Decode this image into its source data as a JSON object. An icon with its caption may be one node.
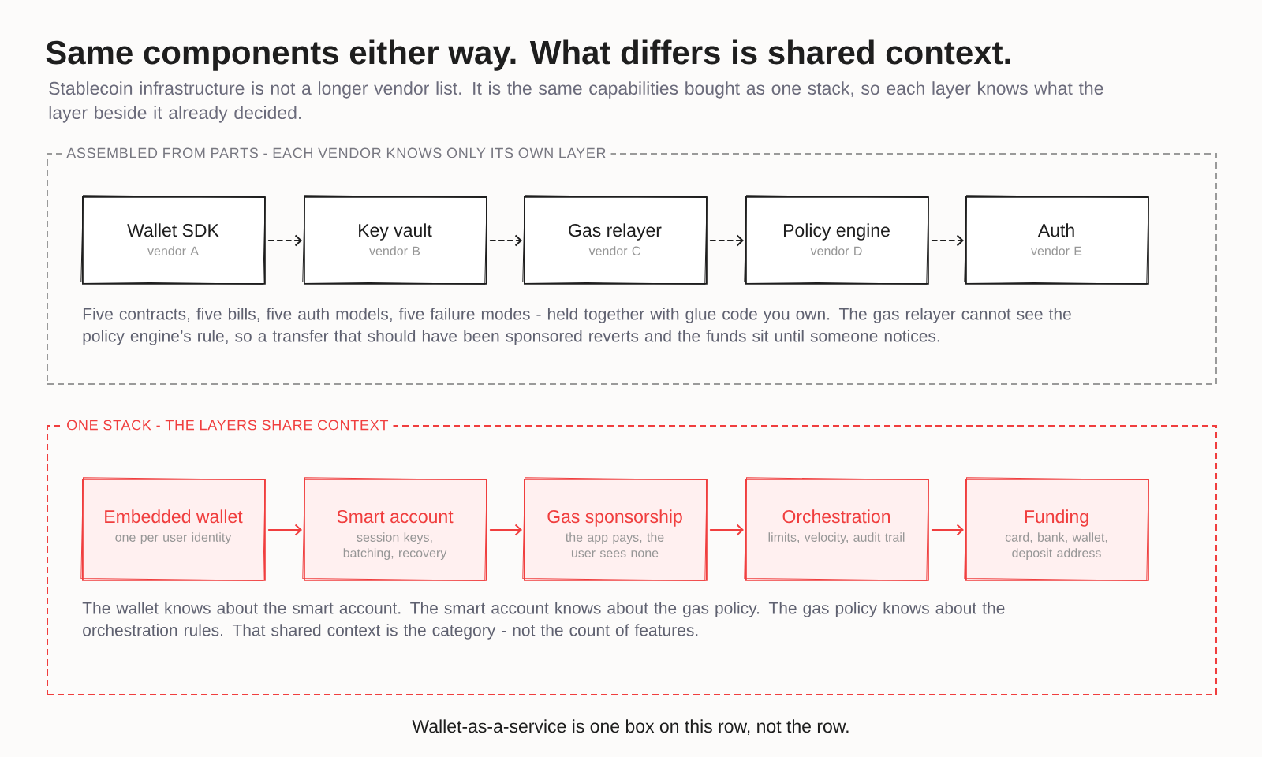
{
  "diagram": {
    "title": "Same components either way. What differs is shared context.",
    "caption": "Wallet-as-a-service is one box on this row, not the row.",
    "labels": [
      "Stablecoin infrastructure is not a longer vendor list. It is the same capabilities bought as one stack, so each layer knows what the layer beside it already decided."
    ],
    "nodes": [
      {
        "text": [
          "ASSEMBLED FROM PARTS - EACH VENDOR KNOWS ONLY ITS OWN LAYER",
          "Five contracts, five bills, five auth models, five failure modes - held together with glue code you own. The gas relayer cannot see the policy engine’s rule, so a transfer that should have been sponsored reverts and the funds sit until someone notices."
        ]
      },
      {
        "text": [
          "Wallet SDK",
          "vendor A"
        ],
        "in": 0
      },
      {
        "text": [
          "Key vault",
          "vendor B"
        ],
        "in": 0
      },
      {
        "text": [
          "Gas relayer",
          "vendor C"
        ],
        "in": 0
      },
      {
        "text": [
          "Policy engine",
          "vendor D"
        ],
        "in": 0
      },
      {
        "text": [
          "Auth",
          "vendor E"
        ],
        "in": 0
      },
      {
        "text": [
          "ONE STACK - THE LAYERS SHARE CONTEXT",
          "The wallet knows about the smart account. The smart account knows about the gas policy. The gas policy knows about the orchestration rules. That shared context is the category - not the count of features."
        ]
      },
      {
        "text": [
          "Embedded wallet",
          "one per user identity"
        ],
        "in": 6
      },
      {
        "text": [
          "Smart account",
          "session keys, batching, recovery"
        ],
        "in": 6
      },
      {
        "text": [
          "Gas sponsorship",
          "the app pays, the user sees none"
        ],
        "in": 6
      },
      {
        "text": [
          "Orchestration",
          "limits, velocity, audit trail"
        ],
        "in": 6
      },
      {
        "text": [
          "Funding",
          "card, bank, wallet, deposit address"
        ],
        "in": 6
      }
    ],
    "edges": [
      {
        "from": 1,
        "to": 2,
        "arrow": "to",
        "style": "dashed"
      },
      {
        "from": 2,
        "to": 3,
        "arrow": "to",
        "style": "dashed"
      },
      {
        "from": 3,
        "to": 4,
        "arrow": "to",
        "style": "dashed"
      },
      {
        "from": 4,
        "to": 5,
        "arrow": "to",
        "style": "dashed"
      },
      {
        "from": 7,
        "to": 8,
        "arrow": "to",
        "color": "#f03e3e"
      },
      {
        "from": 8,
        "to": 9,
        "arrow": "to",
        "color": "#f03e3e"
      },
      {
        "from": 9,
        "to": 10,
        "arrow": "to",
        "color": "#f03e3e"
      },
      {
        "from": 10,
        "to": 11,
        "arrow": "to",
        "color": "#f03e3e"
      }
    ]
  }
}
